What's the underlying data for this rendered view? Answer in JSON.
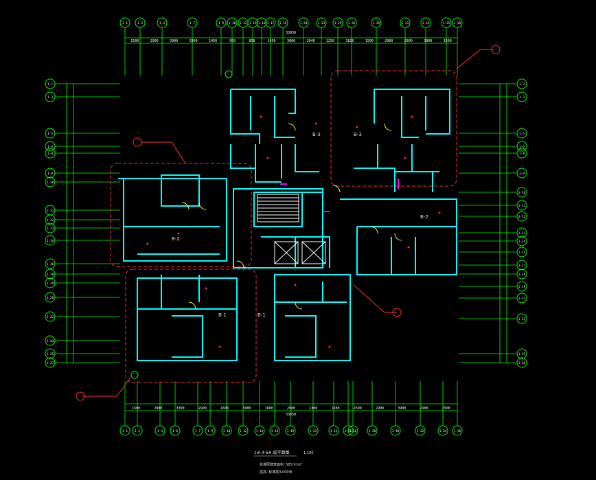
{
  "drawing": {
    "unit_labels": [
      "B-3",
      "B-3",
      "B-2",
      "B-2",
      "B-1",
      "B-1"
    ],
    "overall_dim_top": "33850",
    "overall_dim_bottom": "33850",
    "title": "1#.4-6#.层平面图",
    "scale": "1:100",
    "note1": "标准层建筑面积: 585.91m²",
    "note2": "层高: 标准层3.000米"
  },
  "grid": {
    "top_labels": [
      "1-1",
      "1-2",
      "1-4",
      "1-7",
      "1-9",
      "1-10",
      "1-12",
      "1-15",
      "1-16",
      "1-17",
      "1-19",
      "1-20",
      "1-23",
      "1-25",
      "1-26",
      "1-29",
      "1-31",
      "1-33",
      "1-35",
      "1-36"
    ],
    "bottom_labels": [
      "1-1",
      "1-2",
      "1-4",
      "1-6",
      "1-7",
      "1-9",
      "1-10",
      "1-12",
      "1-14",
      "1-16",
      "1-19",
      "1-21",
      "1-23",
      "1-25",
      "1-26",
      "1-28",
      "1-30",
      "1-32",
      "1-34",
      "1-36"
    ],
    "left_labels": [
      "1-1",
      "1-3",
      "1-5",
      "1-6",
      "1-8",
      "1-9",
      "1-10",
      "1-11",
      "1-12",
      "1-13",
      "1-14",
      "1-16",
      "1-18",
      "1-19",
      "1-20",
      "1-22",
      "1-24",
      "1-25",
      "1-27"
    ],
    "right_labels": [
      "1-2",
      "1-3",
      "1-5",
      "1-6",
      "1-8",
      "1-9",
      "1-10",
      "1-11",
      "1-12",
      "1-13",
      "1-14",
      "1-15",
      "1-17",
      "1-18",
      "1-19",
      "1-21",
      "1-23",
      "1-25",
      "1-26"
    ],
    "top_dims": [
      "1500",
      "2900",
      "3900",
      "2900",
      "1450",
      "950",
      "850",
      "1450",
      "3000",
      "2040",
      "1250",
      "1820",
      "1500",
      "2900",
      "2900",
      "3900",
      "1500"
    ],
    "bottom_dims": [
      "1500",
      "2900",
      "3300",
      "2900",
      "1600",
      "3900",
      "1600",
      "2900",
      "1300",
      "1500",
      "2500",
      "2900",
      "3900",
      "2900",
      "1500"
    ]
  },
  "colors": {
    "grid": "#00ff00",
    "wall": "#00ffff",
    "window": "#ff00ff",
    "red": "#ff3030",
    "yellow": "#ffff40",
    "white": "#ffffff"
  }
}
